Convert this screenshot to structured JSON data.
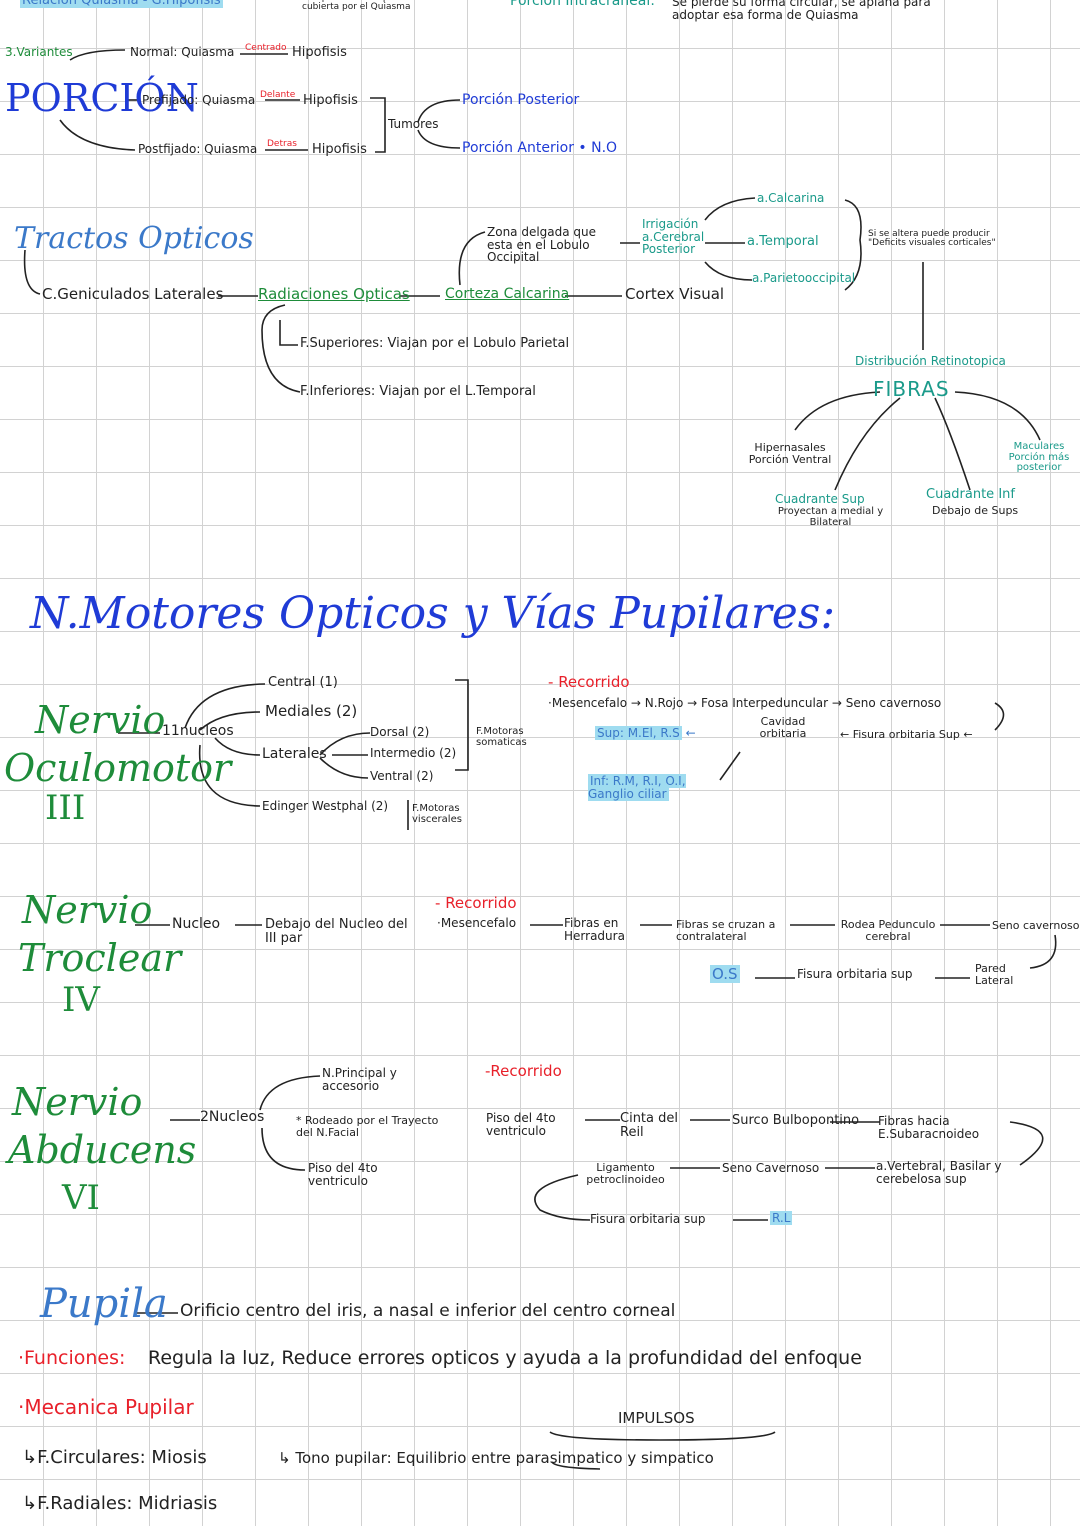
{
  "top": {
    "relacion": "Relación Quiasma - G.Hipofisis",
    "note_quiasma": "una parte de la Hipofisis no esta cubierta por el Quiasma",
    "intracraneal_label": "Porción Intracraneal:",
    "intracraneal_text": "Se pierde su forma circular, se aplana para adoptar esa forma de Quiasma"
  },
  "porcion": {
    "variantes": "3.Variantes",
    "title": "PORCIÓN",
    "normal": "Normal: Quiasma",
    "normal_rel": "Centrado",
    "prefijado": "Prefijado: Quiasma",
    "prefijado_rel": "Delante",
    "postfijado": "Postfijado: Quiasma",
    "postfijado_rel": "Detras",
    "hipofisis": "Hipofisis",
    "tumores": "Tumores",
    "posterior": "Porción Posterior",
    "anterior": "Porción Anterior",
    "no": "N.O"
  },
  "tractos": {
    "title": "Tractos Opticos",
    "geniculados": "C.Geniculados Laterales",
    "radiaciones": "Radiaciones Opticas",
    "corteza": "Corteza Calcarina",
    "cortex": "Cortex Visual",
    "zona": "Zona delgada que esta en el Lobulo Occipital",
    "irrigacion": "Irrigación a.Cerebral Posterior",
    "a_calcarina": "a.Calcarina",
    "a_temporal": "a.Temporal",
    "a_parieto": "a.Parietooccipital",
    "deficit": "Si se altera puede producir \"Deficits visuales corticales\"",
    "f_sup": "F.Superiores: Viajan por el Lobulo Parietal",
    "f_inf": "F.Inferiores: Viajan por el L.Temporal",
    "distribucion": "Distribución Retinotopica",
    "fibras": "FIBRAS",
    "hipernasales": "Hipernasales Porción Ventral",
    "maculares": "Maculares Porción más posterior",
    "cuad_sup": "Cuadrante Sup",
    "cuad_sup_sub": "Proyectan a medial y Bilateral",
    "cuad_inf": "Cuadrante Inf",
    "cuad_inf_sub": "Debajo de Sups"
  },
  "motores": {
    "title": "N.Motores Opticos y Vías Pupilares:"
  },
  "oculomotor": {
    "name1": "Nervio",
    "name2": "Oculomotor",
    "roman": "III",
    "nucleos": "11nucleos",
    "central": "Central (1)",
    "mediales": "Mediales (2)",
    "laterales": "Laterales",
    "dorsal": "Dorsal (2)",
    "intermedio": "Intermedio (2)",
    "ventral": "Ventral (2)",
    "edinger": "Edinger Westphal (2)",
    "f_somaticas": "F.Motoras somaticas",
    "f_viscerales": "F.Motoras viscerales",
    "recorrido": "Recorrido",
    "r1": "Mesencefalo",
    "r2": "N.Rojo",
    "r3": "Fosa Interpeduncular",
    "r4": "Seno cavernoso",
    "r5": "Fisura orbitaria Sup",
    "r6": "Cavidad orbitaria",
    "sup": "Sup: M.El, R.S",
    "inf": "Inf: R.M, R.I, O.I, Ganglio ciliar"
  },
  "troclear": {
    "name1": "Nervio",
    "name2": "Troclear",
    "roman": "IV",
    "nucleo": "Nucleo",
    "debajo": "Debajo del Nucleo del III par",
    "recorrido": "Recorrido",
    "r1": "Mesencefalo",
    "r2": "Fibras en Herradura",
    "r3": "Fibras se cruzan a contralateral",
    "r4": "Rodea Pedunculo cerebral",
    "r5": "Seno cavernoso",
    "r6": "Pared Lateral",
    "r7": "Fisura orbitaria sup",
    "r8": "O.S"
  },
  "abducens": {
    "name1": "Nervio",
    "name2": "Abducens",
    "roman": "VI",
    "nucleos": "2Nucleos",
    "principal": "N.Principal y accesorio",
    "rodeado": "Rodeado por el Trayecto del N.Facial",
    "piso": "Piso del 4to ventriculo",
    "recorrido": "Recorrido",
    "r1": "Piso del 4to ventriculo",
    "r2": "Cinta del Reil",
    "r3": "Surco Bulbopontino",
    "r4": "Fibras hacia E.Subaracnoideo",
    "r5": "a.Vertebral, Basilar y cerebelosa sup",
    "r6": "Seno Cavernoso",
    "r7": "Ligamento petroclinoideo",
    "r8": "Fisura orbitaria sup",
    "r9": "R.L"
  },
  "pupila": {
    "title": "Pupila",
    "def": "Orificio centro del iris, a nasal e inferior del centro corneal",
    "funciones_label": "Funciones:",
    "funciones_text": "Regula la luz, Reduce errores opticos y ayuda a la profundidad del enfoque",
    "mecanica": "Mecanica Pupilar",
    "circulares": "F.Circulares: Miosis",
    "radiales": "F.Radiales: Midriasis",
    "tono": "Tono pupilar: Equilibrio entre",
    "parasimpatico": "parasimpatico",
    "y": "y",
    "simpatico": "simpatico",
    "impulsos": "IMPULSOS"
  },
  "colors": {
    "blue": "#1f3bd6",
    "green": "#1e8c3a",
    "teal": "#1a9a8a",
    "red": "#e8202a",
    "highlight": "#9fdcf0"
  }
}
